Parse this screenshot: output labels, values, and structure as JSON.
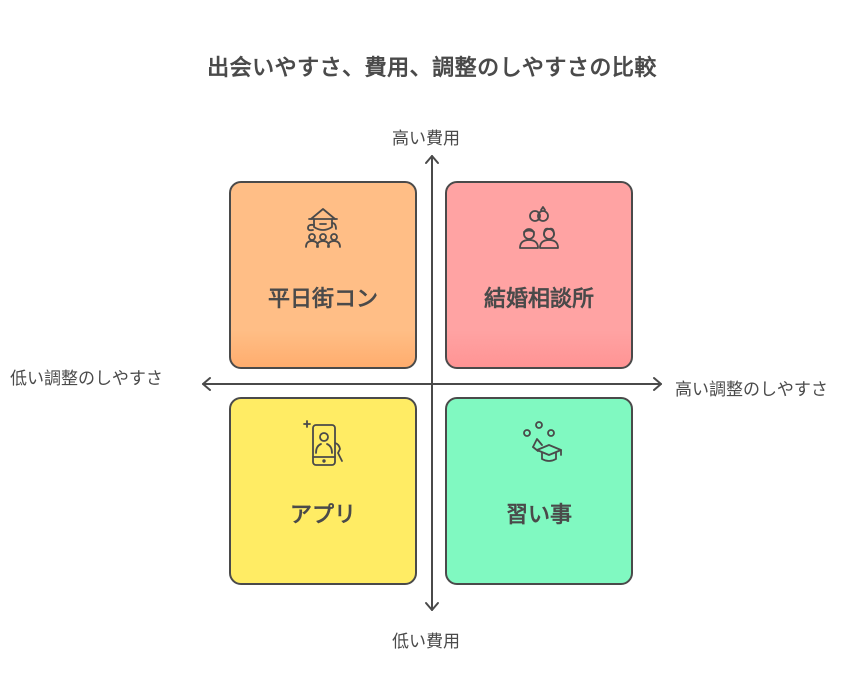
{
  "title": "出会いやすさ、費用、調整のしやすさの比較",
  "axes": {
    "top": "高い費用",
    "bottom": "低い費用",
    "left": "低い調整のしやすさ",
    "right": "高い調整のしやすさ"
  },
  "quadrants": [
    {
      "position": "top-left",
      "label": "平日街コン",
      "icon": "group-event-icon",
      "color": "#ffbe86"
    },
    {
      "position": "top-right",
      "label": "結婚相談所",
      "icon": "couple-rings-icon",
      "color": "#ffa3a3"
    },
    {
      "position": "bottom-left",
      "label": "アプリ",
      "icon": "smartphone-profile-icon",
      "color": "#ffec64"
    },
    {
      "position": "bottom-right",
      "label": "習い事",
      "icon": "graduation-cap-icon",
      "color": "#80f9c1"
    }
  ],
  "colors": {
    "stroke": "#4a4a4a",
    "text": "#4a4a4a"
  }
}
